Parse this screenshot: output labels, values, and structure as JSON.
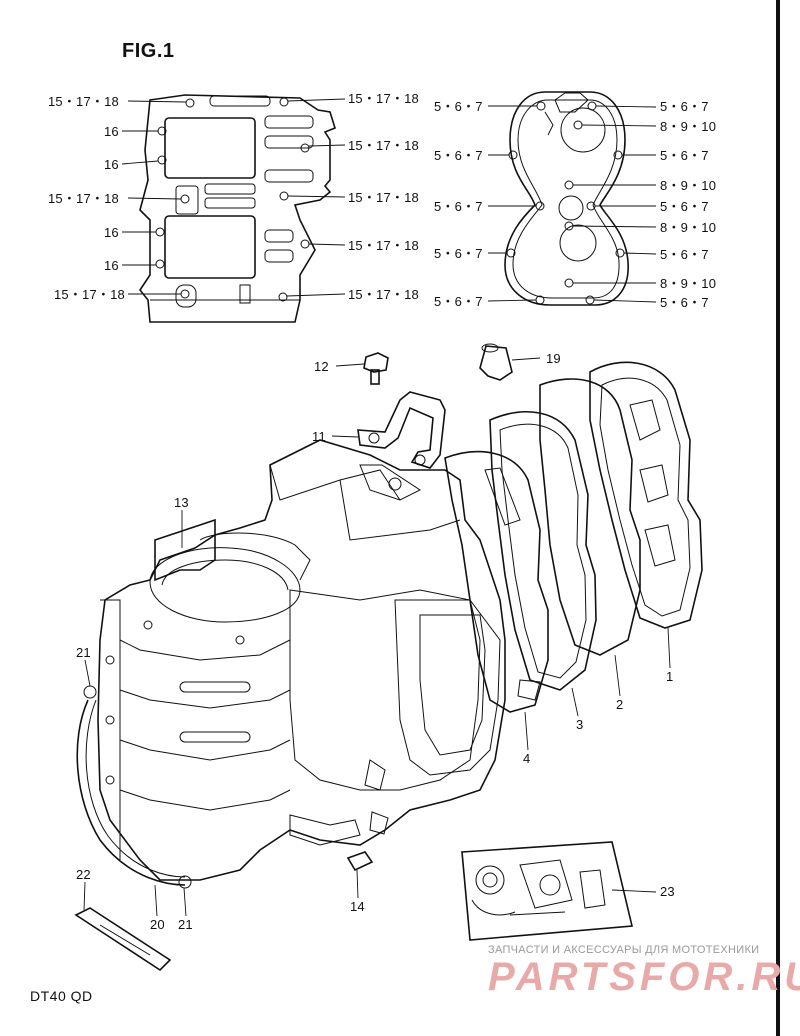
{
  "figure_title": "FIG.1",
  "model_code": "DT40  QD",
  "watermark": {
    "caption": "ЗАПЧАСТИ И АКСЕССУАРЫ ДЛЯ МОТОТЕХНИКИ",
    "logo": "PARTSFOR.RU"
  },
  "labels": {
    "a1": "15・17・18",
    "a2": "16",
    "a3": "16",
    "a4": "15・17・18",
    "a5": "16",
    "a6": "16",
    "a7": "15・17・18",
    "a8": "15・17・18",
    "a9": "15・17・18",
    "a10": "15・17・18",
    "a11": "15・17・18",
    "a12": "15・17・18",
    "b1": "5・6・7",
    "b2": "5・6・7",
    "b3": "5・6・7",
    "b4": "5・6・7",
    "b5": "5・6・7",
    "b6": "5・6・7",
    "b7": "8・9・10",
    "b8": "5・6・7",
    "b9": "8・9・10",
    "b10": "5・6・7",
    "b11": "8・9・10",
    "b12": "5・6・7",
    "b13": "8・9・10",
    "b14": "5・6・7",
    "c1": "12",
    "c2": "19",
    "c3": "11",
    "c4": "13",
    "c5": "21",
    "c6": "1",
    "c7": "2",
    "c8": "3",
    "c9": "4",
    "c10": "14",
    "c11": "22",
    "c12": "20",
    "c13": "21",
    "c14": "23"
  }
}
